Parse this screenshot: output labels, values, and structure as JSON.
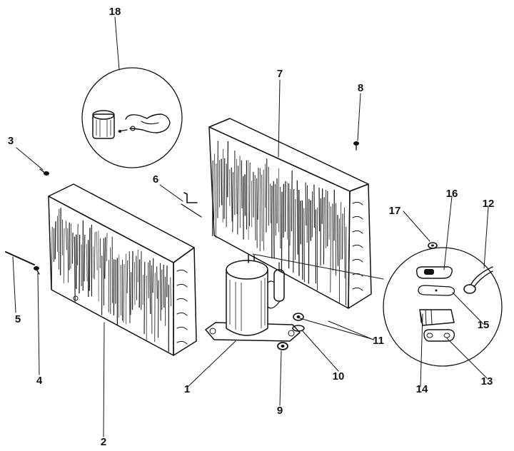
{
  "diagram": {
    "callouts": [
      {
        "id": "1",
        "part": "compressor"
      },
      {
        "id": "2",
        "part": "condenser-coil"
      },
      {
        "id": "3",
        "part": "screw"
      },
      {
        "id": "4",
        "part": "screw"
      },
      {
        "id": "5",
        "part": "rod"
      },
      {
        "id": "6",
        "part": "bracket"
      },
      {
        "id": "7",
        "part": "evaporator-coil"
      },
      {
        "id": "8",
        "part": "screw"
      },
      {
        "id": "9",
        "part": "nut"
      },
      {
        "id": "10",
        "part": "washer"
      },
      {
        "id": "11",
        "part": "grommet"
      },
      {
        "id": "12",
        "part": "overload-wire"
      },
      {
        "id": "13",
        "part": "terminal-gasket"
      },
      {
        "id": "14",
        "part": "terminal-cover"
      },
      {
        "id": "15",
        "part": "gasket"
      },
      {
        "id": "16",
        "part": "cover-plate"
      },
      {
        "id": "17",
        "part": "nut"
      },
      {
        "id": "18",
        "part": "drier-clamp"
      }
    ]
  },
  "colors": {
    "ink": "#111111",
    "background": "#ffffff"
  }
}
